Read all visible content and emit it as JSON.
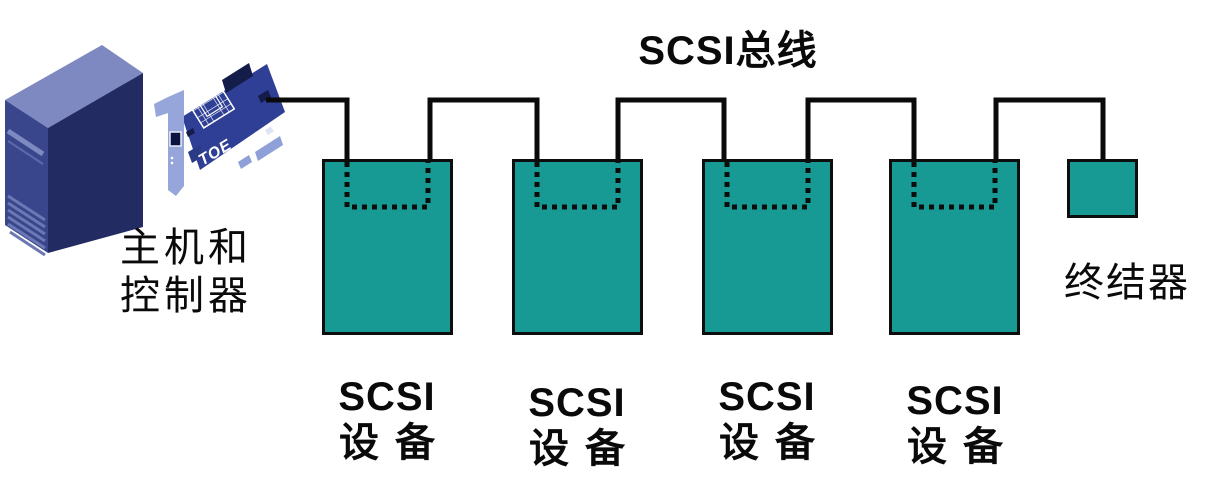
{
  "title": "SCSI总线",
  "host": {
    "label_line1": "主机和",
    "label_line2": "控制器",
    "card_label": "TOE"
  },
  "devices": [
    {
      "label_top": "SCSI",
      "label_bottom": "设备"
    },
    {
      "label_top": "SCSI",
      "label_bottom": "设备"
    },
    {
      "label_top": "SCSI",
      "label_bottom": "设备"
    },
    {
      "label_top": "SCSI",
      "label_bottom": "设备"
    }
  ],
  "terminator": {
    "label": "终结器"
  },
  "colors": {
    "background": "#ffffff",
    "bus_line": "#0a0a0a",
    "device_fill": "#189a94",
    "device_border": "#0d0d0d",
    "dotted_path": "#0d0d0d",
    "tower_top": "#7d89c0",
    "tower_front": "#39468c",
    "tower_side": "#232c62",
    "tower_stripe": "#7d89c0",
    "tower_vent": "#6b78b4",
    "card_pcb": "#2e3f95",
    "card_bracket": "#97a6da",
    "card_chip": "#141c4a",
    "card_connector": "#8fa0d8",
    "card_text_color": "#ffffff",
    "text_color": "#0a0a0a"
  }
}
